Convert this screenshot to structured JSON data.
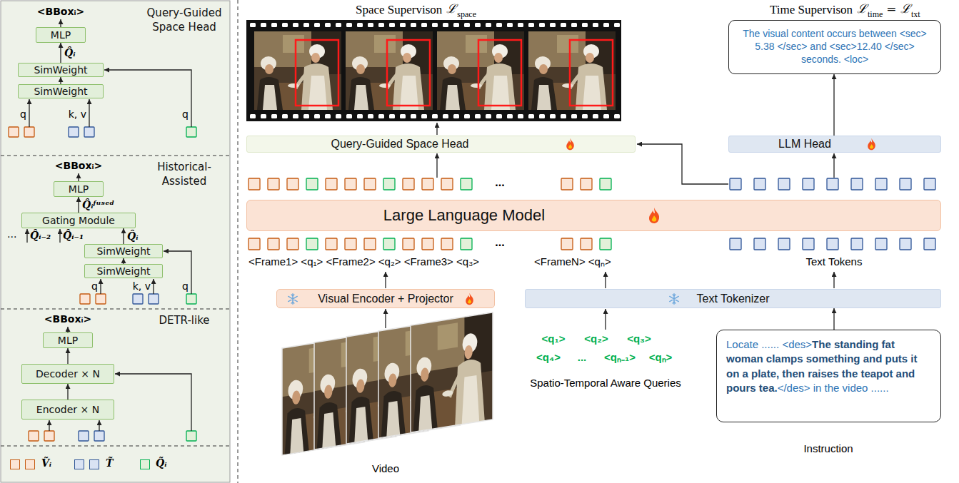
{
  "diagram": {
    "nodes": [
      {
        "text": [
          "Query-Guided Space Head"
        ]
      },
      {
        "text": [
          "MLP"
        ],
        "in": 0
      },
      {
        "text": [
          "SimWeight"
        ],
        "in": 0
      },
      {
        "text": [
          "SimWeight"
        ],
        "in": 0
      },
      {
        "text": [
          "Historical- Assisted"
        ]
      },
      {
        "text": [
          "MLP"
        ],
        "in": 4
      },
      {
        "text": [
          "Gating Module"
        ],
        "in": 4
      },
      {
        "text": [
          "SimWeight"
        ],
        "in": 4
      },
      {
        "text": [
          "SimWeight"
        ],
        "in": 4
      },
      {
        "text": [
          "DETR-like"
        ]
      },
      {
        "text": [
          "MLP"
        ],
        "in": 9
      },
      {
        "text": [
          "Decoder × N"
        ],
        "in": 9
      },
      {
        "text": [
          "Encoder × N"
        ],
        "in": 9
      },
      {
        "text": [
          "The visual content occurs between <sec> 5.38 </sec> and <sec>12.40 </sec> seconds. <loc>"
        ]
      },
      {
        "text": [
          "Query-Guided Space Head"
        ]
      },
      {
        "text": [
          "LLM Head"
        ]
      },
      {
        "text": [
          "Large Language Model"
        ]
      },
      {
        "text": [
          "Visual Encoder + Projector"
        ]
      },
      {
        "text": [
          "Text Tokenizer"
        ]
      },
      {
        "text": [
          "Locate ...... <des>",
          "The standing fat woman clamps something and puts it on a plate, then raises the teapot and pours tea.",
          "</des> in the video ......"
        ]
      }
    ],
    "edges": [
      {
        "from": 3,
        "to": 2,
        "arrow": "to"
      },
      {
        "from": 2,
        "to": 1,
        "arrow": "to",
        "label": "Q̂ᵢ"
      },
      {
        "from": 8,
        "to": 7,
        "arrow": "to"
      },
      {
        "from": 7,
        "to": 6,
        "arrow": "to",
        "label": "Q̂ᵢ"
      },
      {
        "from": 6,
        "to": 5,
        "arrow": "to",
        "label": "Q̂ᵢᶠᵘˢᵉᵈ"
      },
      {
        "from": 12,
        "to": 11,
        "arrow": "to"
      },
      {
        "from": 11,
        "to": 10,
        "arrow": "to"
      },
      {
        "from": 15,
        "to": 13,
        "arrow": "to"
      },
      {
        "from": 19,
        "to": 18,
        "arrow": "to"
      }
    ],
    "labels": [
      "Space Supervison",
      "ℒ",
      "space",
      "Time Supervison",
      "ℒ",
      "time",
      "= ℒ",
      "txt",
      "<BBoxᵢ>",
      "q",
      "k, v",
      "q",
      "<BBoxᵢ>",
      "...",
      "Q̂ᵢ₋₂",
      "Q̂ᵢ₋₁",
      "q",
      "k, v",
      "q",
      "<BBoxᵢ>",
      "<Frame1> <q₁> <Frame2> <q₂> <Frame3> <q₃>",
      "...",
      "...",
      "<FrameN> <qₙ>",
      "Text Tokens",
      "<q₁>",
      "<q₂>",
      "<q₃>",
      "<q₄>",
      "...",
      "<qₙ₋₁>",
      "<qₙ>",
      "Spatio-Temporal Aware Queries",
      "Video",
      "Instruction"
    ],
    "legend": [
      {
        "text": "Ṽᵢ",
        "color": "#fbe5d6"
      },
      {
        "text": "T̃",
        "color": "#dae3f3"
      },
      {
        "text": "Q̃ᵢ",
        "color": "#e2f0d9"
      }
    ]
  }
}
